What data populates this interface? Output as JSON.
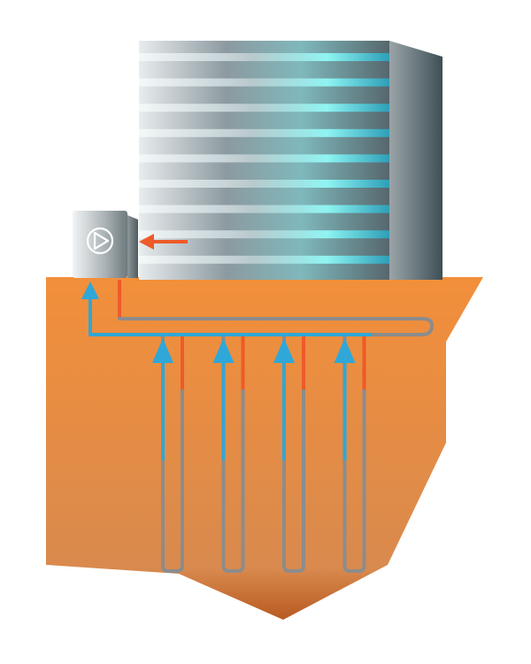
{
  "diagram": {
    "subject": "geothermal-heat-pump-system",
    "components": {
      "building": {
        "floors": 9
      },
      "heat_pump": {
        "icon": "pump-play-icon"
      },
      "ground_loops": {
        "count": 4
      }
    },
    "colors": {
      "ground_top": "#f28f3a",
      "ground_bottom": "#d98a4e",
      "ground_tip": "#b85a22",
      "cold_flow": "#2fa7d8",
      "warm_flow": "#ee5a2a",
      "pipe_gray": "#8c8c8c",
      "window_glow": "#8ff4f2",
      "wall_steel": "#9aa4a8",
      "wall_dark": "#3e4f55",
      "return_arrow": "#ee5a2a"
    }
  }
}
